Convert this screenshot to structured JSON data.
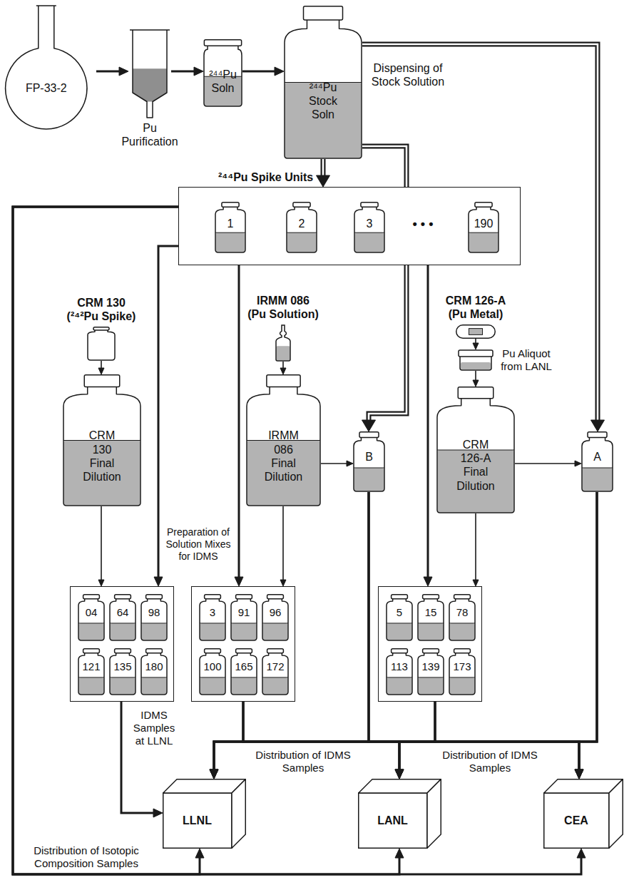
{
  "diagram": {
    "nodes": [
      {
        "text": [
          "FP-33-2"
        ]
      },
      {
        "text": [
          "Pu Purification"
        ]
      },
      {
        "text": [
          "²⁴⁴Pu Soln"
        ]
      },
      {
        "text": [
          "²⁴⁴Pu Stock Soln"
        ]
      },
      {
        "text": [
          "²⁴⁴Pu Spike Units"
        ]
      },
      {
        "text": [
          "1"
        ],
        "in": 4
      },
      {
        "text": [
          "2"
        ],
        "in": 4
      },
      {
        "text": [
          "3"
        ],
        "in": 4
      },
      {
        "text": [
          "190"
        ],
        "in": 4
      },
      {
        "text": [
          "CRM 130 (²⁴²Pu Spike)"
        ]
      },
      {
        "text": [
          "IRMM 086 (Pu Solution)"
        ]
      },
      {
        "text": [
          "CRM 126-A (Pu Metal)"
        ]
      },
      {
        "text": [
          "Pu Aliquot from LANL"
        ]
      },
      {
        "text": [
          "CRM 130 Final Dilution"
        ]
      },
      {
        "text": [
          "IRMM 086 Final Dilution"
        ]
      },
      {
        "text": [
          "B"
        ]
      },
      {
        "text": [
          "CRM 126-A Final Dilution"
        ]
      },
      {
        "text": [
          "A"
        ]
      },
      {
        "text": []
      },
      {
        "text": [
          "04"
        ],
        "in": 18
      },
      {
        "text": [
          "64"
        ],
        "in": 18
      },
      {
        "text": [
          "98"
        ],
        "in": 18
      },
      {
        "text": [
          "121"
        ],
        "in": 18
      },
      {
        "text": [
          "135"
        ],
        "in": 18
      },
      {
        "text": [
          "180"
        ],
        "in": 18
      },
      {
        "text": []
      },
      {
        "text": [
          "3"
        ],
        "in": 25
      },
      {
        "text": [
          "91"
        ],
        "in": 25
      },
      {
        "text": [
          "96"
        ],
        "in": 25
      },
      {
        "text": [
          "100"
        ],
        "in": 25
      },
      {
        "text": [
          "165"
        ],
        "in": 25
      },
      {
        "text": [
          "172"
        ],
        "in": 25
      },
      {
        "text": []
      },
      {
        "text": [
          "5"
        ],
        "in": 32
      },
      {
        "text": [
          "15"
        ],
        "in": 32
      },
      {
        "text": [
          "78"
        ],
        "in": 32
      },
      {
        "text": [
          "113"
        ],
        "in": 32
      },
      {
        "text": [
          "139"
        ],
        "in": 32
      },
      {
        "text": [
          "173"
        ],
        "in": 32
      },
      {
        "text": [
          "LLNL"
        ]
      },
      {
        "text": [
          "LANL"
        ]
      },
      {
        "text": [
          "CEA"
        ]
      }
    ],
    "edges": [
      {
        "from": 0,
        "to": 1,
        "arrow": "to"
      },
      {
        "from": 1,
        "to": 2,
        "arrow": "to"
      },
      {
        "from": 2,
        "to": 3,
        "arrow": "to"
      },
      {
        "from": 3,
        "to": 4,
        "arrow": "to"
      },
      {
        "from": 3,
        "to": 15,
        "arrow": "to"
      },
      {
        "from": 3,
        "to": 17,
        "arrow": "to"
      },
      {
        "from": 4,
        "to": 18,
        "arrow": "to"
      },
      {
        "from": 4,
        "to": 25,
        "arrow": "to"
      },
      {
        "from": 4,
        "to": 32,
        "arrow": "to"
      },
      {
        "from": 9,
        "to": 13,
        "arrow": "to"
      },
      {
        "from": 10,
        "to": 14,
        "arrow": "to"
      },
      {
        "from": 14,
        "to": 15,
        "arrow": "to"
      },
      {
        "from": 11,
        "to": 12,
        "arrow": "to"
      },
      {
        "from": 12,
        "to": 16,
        "arrow": "to"
      },
      {
        "from": 16,
        "to": 17,
        "arrow": "to"
      },
      {
        "from": 13,
        "to": 18,
        "arrow": "to"
      },
      {
        "from": 14,
        "to": 25,
        "arrow": "to"
      },
      {
        "from": 16,
        "to": 32,
        "arrow": "to"
      },
      {
        "from": 18,
        "to": 39,
        "arrow": "to"
      },
      {
        "from": 25,
        "to": 39,
        "arrow": "to"
      },
      {
        "from": 25,
        "to": 40,
        "arrow": "to"
      },
      {
        "from": 25,
        "to": 41,
        "arrow": "to"
      },
      {
        "from": 15,
        "to": 39,
        "arrow": "to"
      },
      {
        "from": 15,
        "to": 40,
        "arrow": "to"
      },
      {
        "from": 15,
        "to": 41,
        "arrow": "to"
      },
      {
        "from": 32,
        "to": 39,
        "arrow": "to"
      },
      {
        "from": 32,
        "to": 40,
        "arrow": "to"
      },
      {
        "from": 32,
        "to": 41,
        "arrow": "to"
      },
      {
        "from": 17,
        "to": 39,
        "arrow": "to"
      },
      {
        "from": 17,
        "to": 40,
        "arrow": "to"
      },
      {
        "from": 17,
        "to": 41,
        "arrow": "to"
      },
      {
        "from": 4,
        "to": 39,
        "arrow": "to"
      },
      {
        "from": 4,
        "to": 40,
        "arrow": "to"
      },
      {
        "from": 4,
        "to": 41,
        "arrow": "to"
      }
    ],
    "labels": [
      "Dispensing of Stock Solution",
      "• • •",
      "Preparation of Solution Mixes for IDMS",
      "IDMS Samples at LLNL",
      "Distribution of IDMS Samples",
      "Distribution of IDMS Samples",
      "Distribution of Isotopic Composition Samples"
    ]
  }
}
